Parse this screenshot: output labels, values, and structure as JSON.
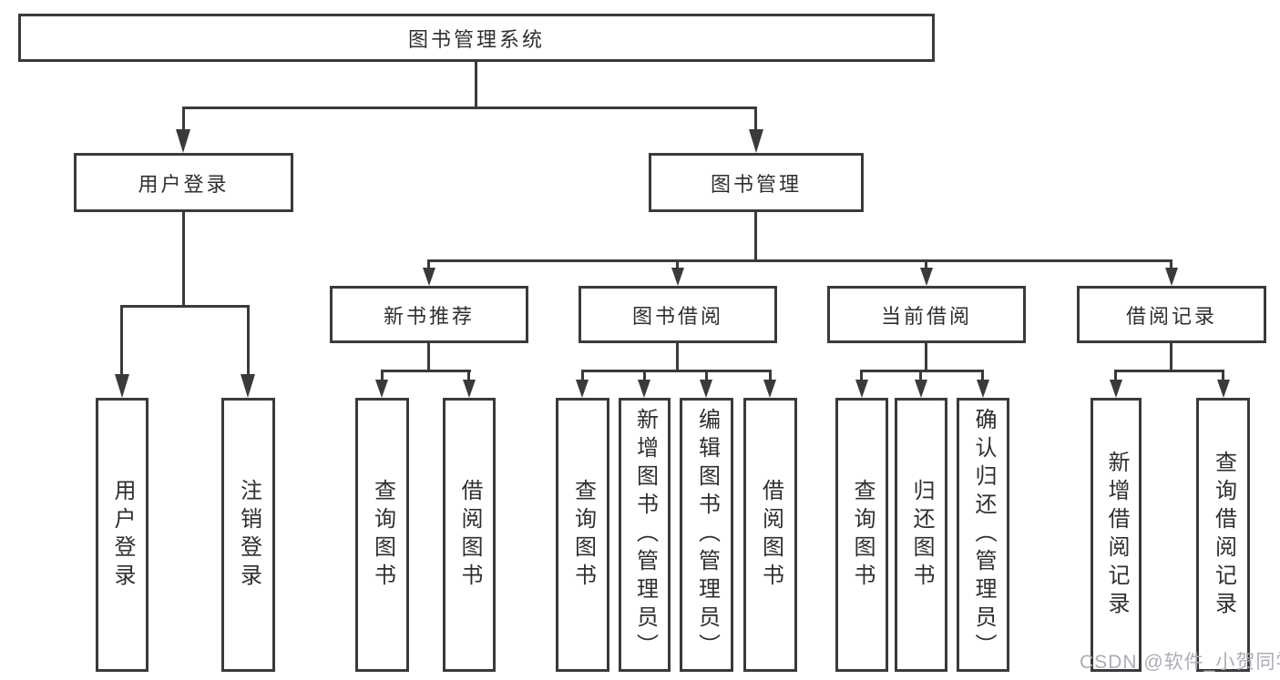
{
  "root": {
    "label": "图书管理系统"
  },
  "branches": [
    {
      "label": "用户登录",
      "children": [
        {
          "label": "用户登录"
        },
        {
          "label": "注销登录"
        }
      ]
    },
    {
      "label": "图书管理",
      "children": [
        {
          "label": "新书推荐",
          "children": [
            {
              "label": "查询图书"
            },
            {
              "label": "借阅图书"
            }
          ]
        },
        {
          "label": "图书借阅",
          "children": [
            {
              "label": "查询图书"
            },
            {
              "label": "新增图书（管理员）"
            },
            {
              "label": "编辑图书（管理员）"
            },
            {
              "label": "借阅图书"
            }
          ]
        },
        {
          "label": "当前借阅",
          "children": [
            {
              "label": "查询图书"
            },
            {
              "label": "归还图书"
            },
            {
              "label": "确认归还（管理员）"
            }
          ]
        },
        {
          "label": "借阅记录",
          "children": [
            {
              "label": "新增借阅记录"
            },
            {
              "label": "查询借阅记录"
            }
          ]
        }
      ]
    }
  ],
  "watermark": "CSDN @软件_小贺同学",
  "colors": {
    "line": "#3a3a3a",
    "text": "#2f2f2f",
    "watermark": "#a9aeb6",
    "background": "#ffffff"
  }
}
